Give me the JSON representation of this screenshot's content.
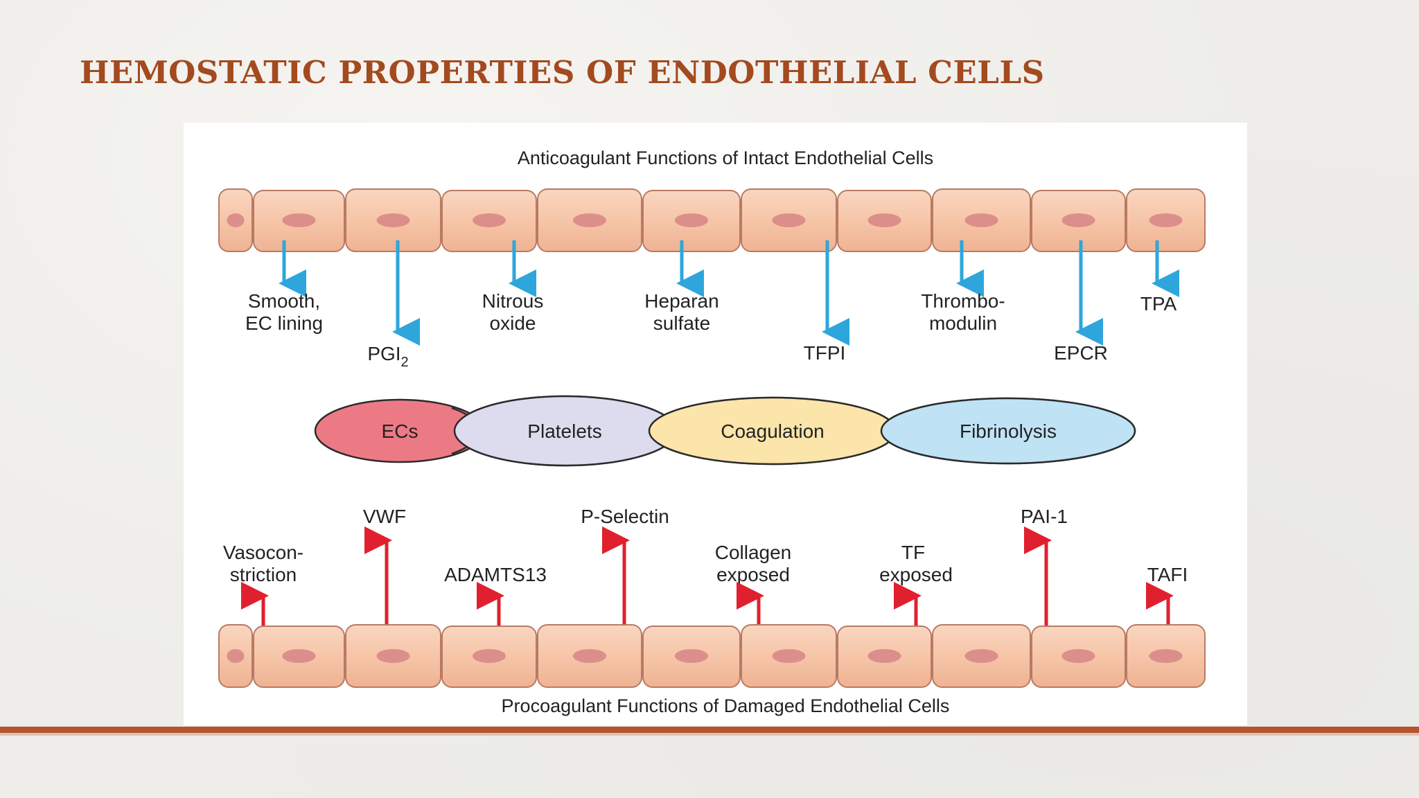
{
  "slide": {
    "title": "HEMOSTATIC PROPERTIES OF ENDOTHELIAL CELLS"
  },
  "diagram": {
    "top_caption": "Anticoagulant Functions of Intact Endothelial Cells",
    "bottom_caption": "Procoagulant Functions of Damaged Endothelial Cells",
    "anticoagulant_labels": {
      "smooth_line1": "Smooth,",
      "smooth_line2": "EC lining",
      "pgi2_base": "PGI",
      "pgi2_sub": "2",
      "nitrous_line1": "Nitrous",
      "nitrous_line2": "oxide",
      "heparan_line1": "Heparan",
      "heparan_line2": "sulfate",
      "tfpi": "TFPI",
      "thrombo_line1": "Thrombo-",
      "thrombo_line2": "modulin",
      "epcr": "EPCR",
      "tpa": "TPA"
    },
    "ovals": {
      "ecs": "ECs",
      "platelets": "Platelets",
      "coagulation": "Coagulation",
      "fibrinolysis": "Fibrinolysis"
    },
    "procoagulant_labels": {
      "vaso_line1": "Vasocon-",
      "vaso_line2": "striction",
      "vwf": "VWF",
      "adamts13": "ADAMTS13",
      "pselectin": "P-Selectin",
      "collagen_line1": "Collagen",
      "collagen_line2": "exposed",
      "tf_line1": "TF",
      "tf_line2": "exposed",
      "pai1": "PAI-1",
      "tafi": "TAFI"
    },
    "colors": {
      "anticoagulant_arrow": "#2ea6dc",
      "procoagulant_arrow": "#e0202e",
      "cell_fill": "#f7c9ad",
      "nucleus_fill": "#dc8f8a",
      "oval_ecs": "#ec7a85",
      "oval_platelets": "#dddcef",
      "oval_coagulation": "#fbe5aa",
      "oval_fibrinolysis": "#bfe3f5",
      "title": "#a34a1f",
      "footer_band": "#b5532b"
    }
  }
}
